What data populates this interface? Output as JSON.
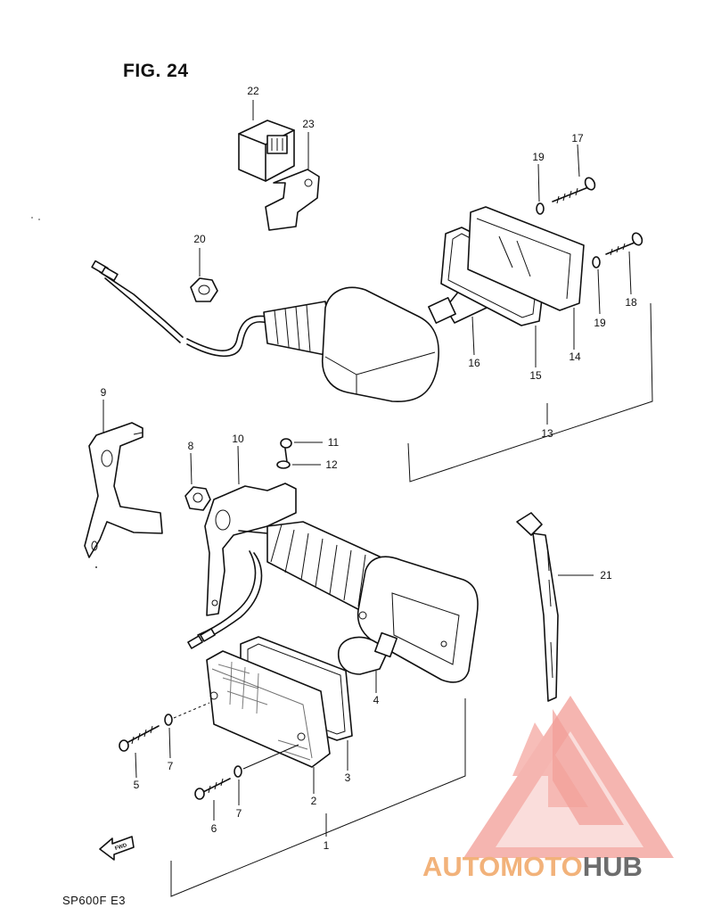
{
  "figure": {
    "title": "FIG. 24",
    "model_code": "SP600F  E3"
  },
  "callouts": [
    {
      "id": "c1",
      "label": "1"
    },
    {
      "id": "c2",
      "label": "2"
    },
    {
      "id": "c3",
      "label": "3"
    },
    {
      "id": "c4",
      "label": "4"
    },
    {
      "id": "c5",
      "label": "5"
    },
    {
      "id": "c6",
      "label": "6"
    },
    {
      "id": "c7a",
      "label": "7"
    },
    {
      "id": "c7b",
      "label": "7"
    },
    {
      "id": "c8",
      "label": "8"
    },
    {
      "id": "c9",
      "label": "9"
    },
    {
      "id": "c10",
      "label": "10"
    },
    {
      "id": "c11",
      "label": "11"
    },
    {
      "id": "c12",
      "label": "12"
    },
    {
      "id": "c13",
      "label": "13"
    },
    {
      "id": "c14",
      "label": "14"
    },
    {
      "id": "c15",
      "label": "15"
    },
    {
      "id": "c16",
      "label": "16"
    },
    {
      "id": "c17",
      "label": "17"
    },
    {
      "id": "c18",
      "label": "18"
    },
    {
      "id": "c19a",
      "label": "19"
    },
    {
      "id": "c19b",
      "label": "19"
    },
    {
      "id": "c20",
      "label": "20"
    },
    {
      "id": "c21",
      "label": "21"
    },
    {
      "id": "c22",
      "label": "22"
    },
    {
      "id": "c23",
      "label": "23"
    }
  ],
  "fwd_arrow_label": "FWD",
  "watermark": {
    "brand_part1": "AUTOMOTO",
    "brand_part2": "HUB",
    "color_light": "#f4a9a3",
    "color_brand": "#f2b27a",
    "color_dark": "#6d6d6d"
  }
}
